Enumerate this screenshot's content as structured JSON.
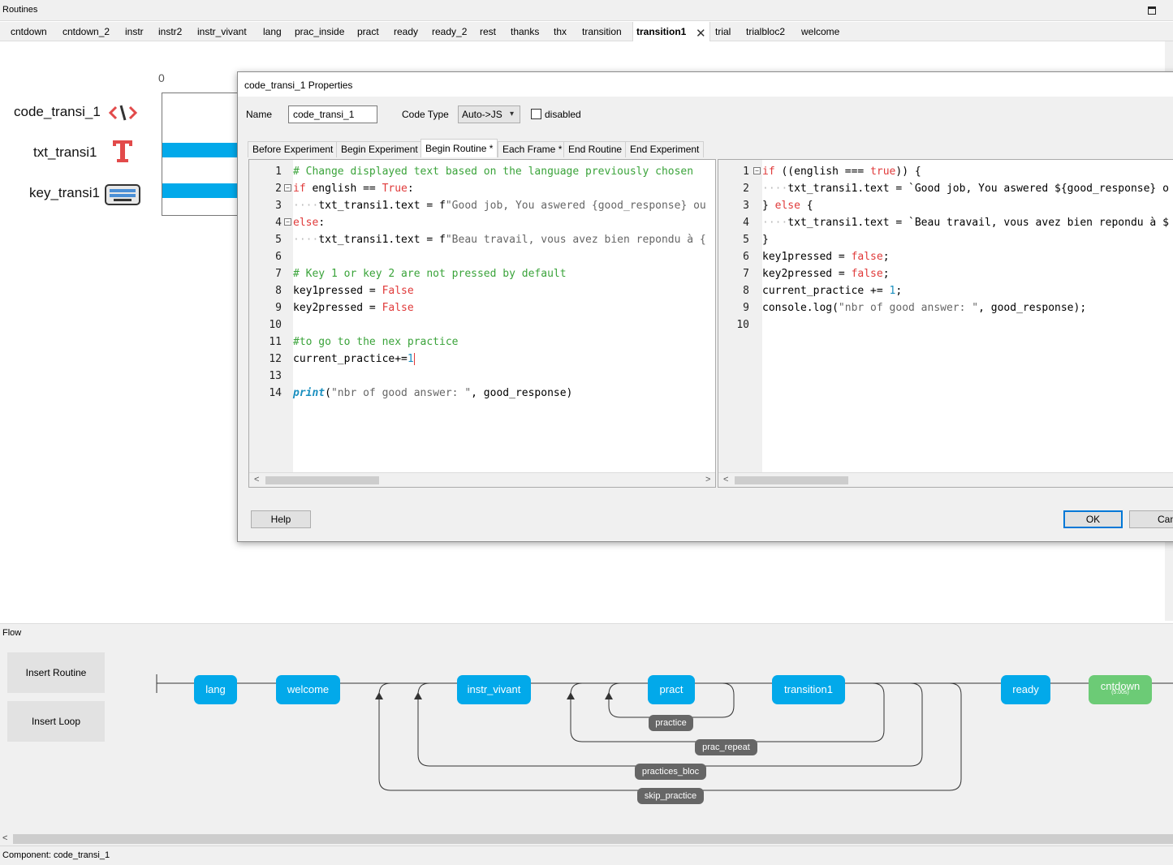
{
  "routines_panel": {
    "title": "Routines",
    "tabs": [
      "cntdown",
      "cntdown_2",
      "instr",
      "instr2",
      "instr_vivant",
      "lang",
      "prac_inside",
      "pract",
      "ready",
      "ready_2",
      "rest",
      "thanks",
      "thx",
      "transition",
      "transition1",
      "trial",
      "trialbloc2",
      "welcome"
    ],
    "active_tab": "transition1",
    "timeline_zero": "0",
    "components": [
      {
        "name": "code_transi_1",
        "icon": "code-icon"
      },
      {
        "name": "txt_transi1",
        "icon": "text-icon"
      },
      {
        "name": "key_transi1",
        "icon": "keyboard-icon"
      }
    ],
    "bar_color": "#02a9ea"
  },
  "dialog": {
    "title": "code_transi_1 Properties",
    "name_label": "Name",
    "name_value": "code_transi_1",
    "code_type_label": "Code Type",
    "code_type_value": "Auto->JS",
    "disabled_label": "disabled",
    "code_tabs": [
      "Before Experiment",
      "Begin Experiment",
      "Begin Routine *",
      "Each Frame *",
      "End Routine",
      "End Experiment"
    ],
    "active_code_tab": "Begin Routine *",
    "python_lines": [
      "# Change displayed text based on the language previously chosen",
      "if english == True:",
      "    txt_transi1.text = f\"Good job, You aswered {good_response} ou",
      "else:",
      "    txt_transi1.text = f\"Beau travail, vous avez bien repondu à {",
      "",
      "# Key 1 or key 2 are not pressed by default",
      "key1pressed = False",
      "key2pressed = False",
      "",
      "#to go to the nex practice",
      "current_practice+=1",
      "",
      "print(\"nbr of good answer: \", good_response)"
    ],
    "js_lines": [
      "if ((english === true)) {",
      "    txt_transi1.text = `Good job, You aswered ${good_response} o",
      "} else {",
      "    txt_transi1.text = `Beau travail, vous avez bien repondu à $",
      "}",
      "key1pressed = false;",
      "key2pressed = false;",
      "current_practice += 1;",
      "console.log(\"nbr of good answer: \", good_response);",
      ""
    ],
    "help_label": "Help",
    "ok_label": "OK",
    "cancel_label": "Cancel"
  },
  "flow_panel": {
    "title": "Flow",
    "insert_routine_label": "Insert Routine",
    "insert_loop_label": "Insert Loop",
    "routines": [
      {
        "name": "lang",
        "color": "#02a9ea"
      },
      {
        "name": "welcome",
        "color": "#02a9ea"
      },
      {
        "name": "instr_vivant",
        "color": "#02a9ea"
      },
      {
        "name": "pract",
        "color": "#02a9ea"
      },
      {
        "name": "transition1",
        "color": "#02a9ea"
      },
      {
        "name": "ready",
        "color": "#02a9ea"
      },
      {
        "name": "cntdown",
        "sub": "(5.00s)",
        "color": "#6ccb76"
      }
    ],
    "loops": [
      "practice",
      "prac_repeat",
      "practices_bloc",
      "skip_practice"
    ]
  },
  "status_bar": {
    "text": "Component: code_transi_1"
  }
}
